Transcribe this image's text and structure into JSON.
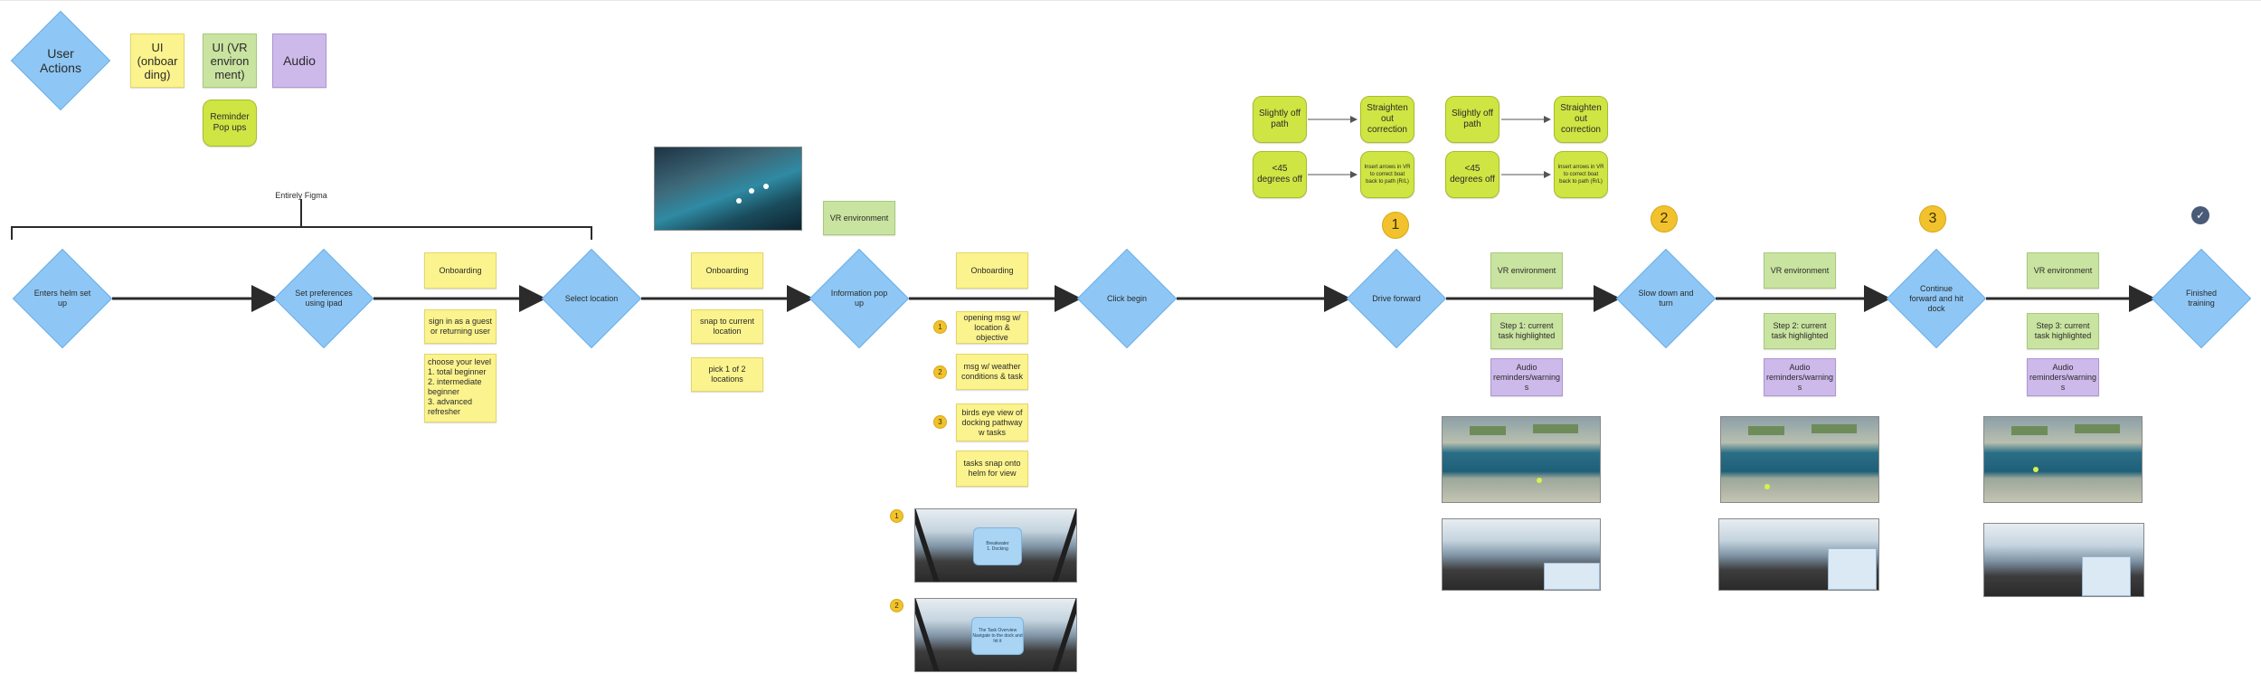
{
  "legend": {
    "user_actions": "User Actions",
    "ui_onboarding": "UI (onboar ding)",
    "ui_vr": "UI (VR environ ment)",
    "audio": "Audio",
    "reminder_popups": "Reminder Pop ups"
  },
  "figma_label": "Entirely Figma",
  "nodes": {
    "enters_helm": "Enters helm set up",
    "set_preferences": "Set preferences using ipad",
    "select_location": "Select location",
    "information_popup": "Information pop up",
    "click_begin": "Click begin",
    "drive_forward": "Drive forward",
    "slow_down": "Slow down and turn",
    "continue_forward": "Continue forward and hit dock",
    "finished": "Finished training"
  },
  "onboarding_label": "Onboarding",
  "vr_environment_label": "VR environment",
  "notes": {
    "sign_in": "sign in as a guest or returning user",
    "choose_level": "choose your level\n1. total beginner\n2. intermediate beginner\n3. advanced refresher",
    "snap_location": "snap to current location",
    "pick_location": "pick 1 of 2 locations",
    "opening_msg": "opening msg w/ location & objective",
    "weather_msg": "msg w/ weather conditions & task",
    "birds_eye": "birds eye view of docking pathway w tasks",
    "tasks_snap": "tasks snap onto helm for view",
    "step1": "Step 1: current task highlighted",
    "step2": "Step 2: current task highlighted",
    "step3": "Step 3: current task highlighted",
    "audio_reminders": "Audio reminders/warning s"
  },
  "reminders": {
    "slightly_off": "Slightly off path",
    "straighten": "Straighten out correction",
    "degrees_off": "<45 degrees off",
    "insert_arrows": "Insert arrows in VR to correct boat back to path (R/L)"
  },
  "badges": {
    "one": "1",
    "two": "2",
    "three": "3"
  },
  "check_mark": "✓",
  "vr_panels": {
    "panel1_title": "Breakwater",
    "panel1_sub": "1. Docking",
    "panel2_title": "The Task Overview",
    "panel2_sub": "Navigate to the dock and hit it"
  },
  "colors": {
    "diamond": "#8ec7f5",
    "onboarding": "#fbf38d",
    "vr": "#c9e3a0",
    "audio": "#cdb9ea",
    "reminder": "#cfe543",
    "badge": "#f2c22e",
    "arrow": "#2b2b2b"
  }
}
